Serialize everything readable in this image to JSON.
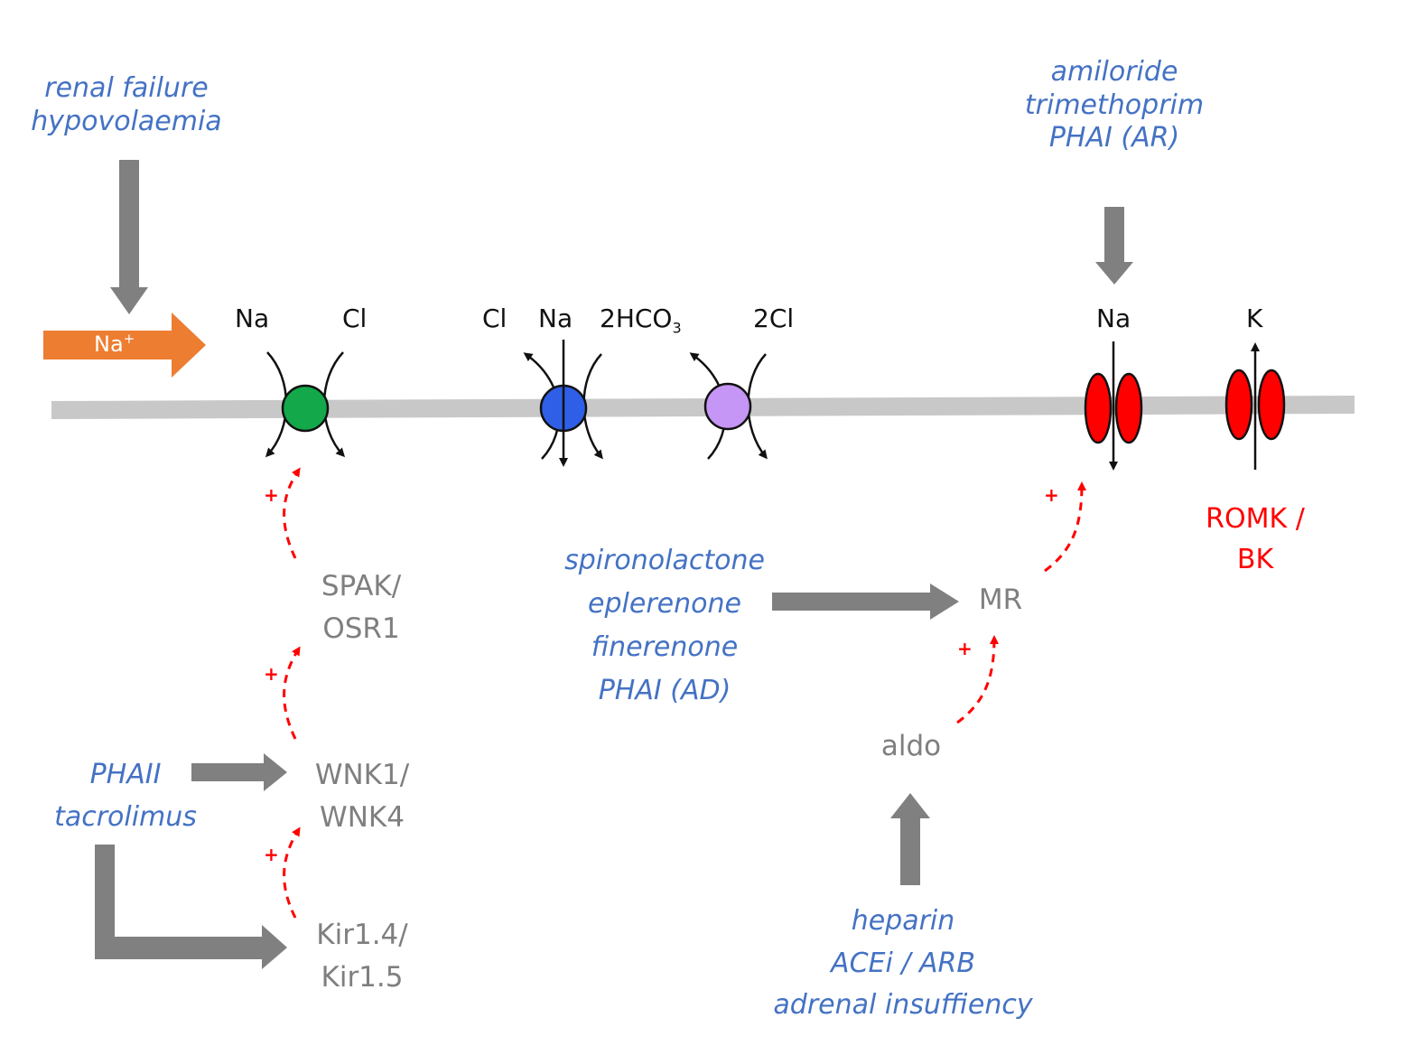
{
  "inputs": {
    "renal": [
      "renal failure",
      "hypovolaemia"
    ],
    "enac_blockers": [
      "amiloride",
      "trimethoprim",
      "PHAI (AR)"
    ],
    "mr_antagonists": [
      "spironolactone",
      "eplerenone",
      "finerenone",
      "PHAI (AD)"
    ],
    "wnk_inputs": [
      "PHAII",
      "tacrolimus"
    ],
    "aldo_inputs": [
      "heparin",
      "ACEi / ARB",
      "adrenal insuffiency"
    ]
  },
  "na_arrow_label": "Na",
  "na_arrow_sup": "+",
  "ions": {
    "ncc_na": "Na",
    "ncc_cl": "Cl",
    "ndcbe_cl": "Cl",
    "ndcbe_na": "Na",
    "ndcbe_hco3_main": "2HCO",
    "ndcbe_hco3_sub": "3",
    "pendrin_cl": "2Cl",
    "enac_na": "Na",
    "romk_k": "K"
  },
  "pathway_nodes": {
    "spak": [
      "SPAK/",
      "OSR1"
    ],
    "wnk": [
      "WNK1/",
      "WNK4"
    ],
    "kir": [
      "Kir1.4/",
      "Kir1.5"
    ],
    "mr": "MR",
    "aldo": "aldo"
  },
  "channel_label": [
    "ROMK /",
    "BK"
  ],
  "activation_sign": "+",
  "colors": {
    "drug_text": "#4472c4",
    "node_text": "#7f7f7f",
    "activation": "#ff0000",
    "membrane": "#c8c8c8",
    "big_arrow": "#808080",
    "na_arrow": "#ed7d31",
    "ncc": "#13a84a",
    "ndcbe": "#2f5fe6",
    "pendrin": "#c596f5",
    "enac_channel": "#ff0000"
  }
}
